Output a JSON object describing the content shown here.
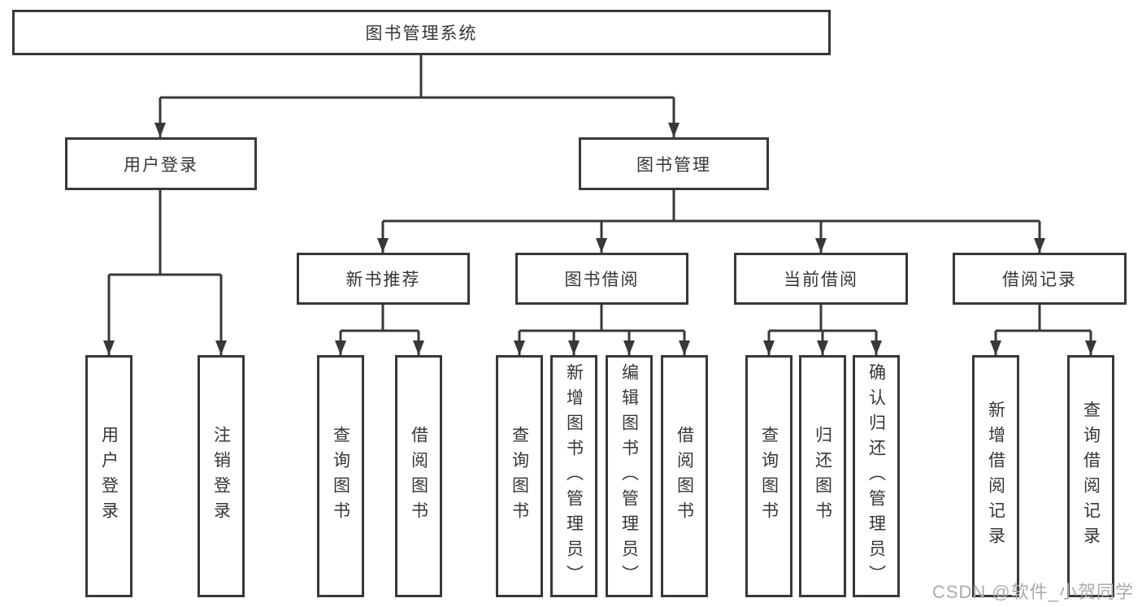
{
  "tree": {
    "label": "图书管理系统",
    "children": [
      {
        "label": "用户登录",
        "children": [
          {
            "label": "用户登录"
          },
          {
            "label": "注销登录"
          }
        ]
      },
      {
        "label": "图书管理",
        "children": [
          {
            "label": "新书推荐",
            "children": [
              {
                "label": "查询图书"
              },
              {
                "label": "借阅图书"
              }
            ]
          },
          {
            "label": "图书借阅",
            "children": [
              {
                "label": "查询图书"
              },
              {
                "label": "新增图书（管理员）"
              },
              {
                "label": "编辑图书（管理员）"
              },
              {
                "label": "借阅图书"
              }
            ]
          },
          {
            "label": "当前借阅",
            "children": [
              {
                "label": "查询图书"
              },
              {
                "label": "归还图书"
              },
              {
                "label": "确认归还（管理员）"
              }
            ]
          },
          {
            "label": "借阅记录",
            "children": [
              {
                "label": "新增借阅记录"
              },
              {
                "label": "查询借阅记录"
              }
            ]
          }
        ]
      }
    ]
  },
  "watermark": {
    "text": "CSDN @软件_小贺同学"
  },
  "colors": {
    "line": "#383838",
    "text": "#363636",
    "watermark": "#ababab",
    "background": "#ffffff"
  }
}
